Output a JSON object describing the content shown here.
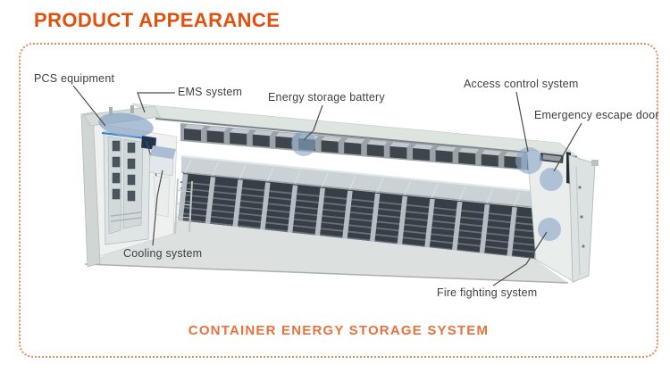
{
  "title": "PRODUCT APPEARANCE",
  "caption": "CONTAINER ENERGY STORAGE SYSTEM",
  "colors": {
    "title_orange": "#e1500d",
    "caption_orange": "#e9713c",
    "border_orange": "#ee8757",
    "label_gray": "#3d4043",
    "leader_gray": "#4d4d4d",
    "highlight_blue": "#8aa6c6",
    "rack_dark": "#373e45",
    "container_light": "#dde5de"
  },
  "labels": [
    {
      "id": "pcs-equipment",
      "text": "PCS equipment"
    },
    {
      "id": "ems-system",
      "text": "EMS system"
    },
    {
      "id": "energy-storage-battery",
      "text": "Energy storage battery"
    },
    {
      "id": "access-control-system",
      "text": "Access control system"
    },
    {
      "id": "emergency-escape-door",
      "text": "Emergency escape door"
    },
    {
      "id": "cooling-system",
      "text": "Cooling system"
    },
    {
      "id": "fire-fighting-system",
      "text": "Fire fighting system"
    }
  ]
}
